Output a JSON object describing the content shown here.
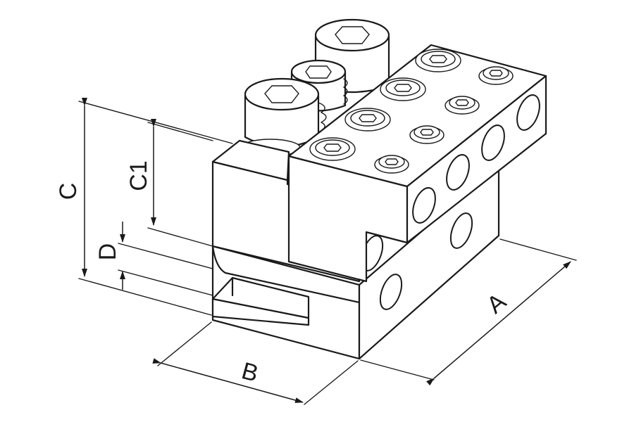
{
  "dimension_labels": {
    "a": "A",
    "b": "B",
    "c": "C",
    "c1": "C1",
    "d": "D"
  },
  "colors": {
    "line": "#1a1a1a",
    "background": "#ffffff"
  }
}
